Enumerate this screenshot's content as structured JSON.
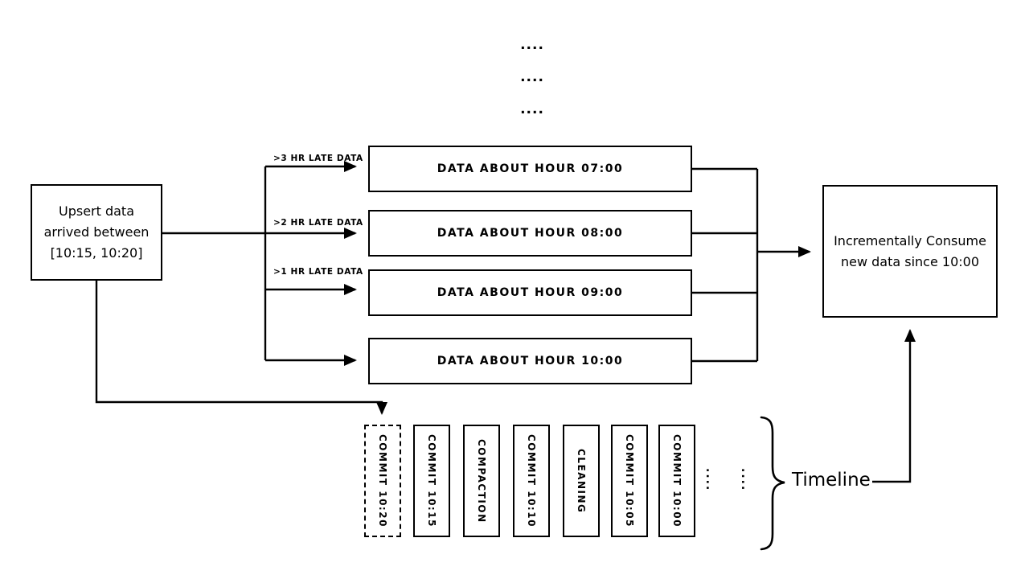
{
  "top_ellipsis": [
    "....",
    "....",
    "...."
  ],
  "upsert_box": {
    "text": "Upsert data\narrived between\n[10:15, 10:20]"
  },
  "arrow_labels": [
    ">3 HR LATE DATA",
    ">2 HR LATE DATA",
    ">1 HR LATE DATA"
  ],
  "hour_boxes": [
    "DATA ABOUT HOUR 07:00",
    "DATA ABOUT HOUR 08:00",
    "DATA ABOUT HOUR 09:00",
    "DATA ABOUT HOUR 10:00"
  ],
  "consume_box": {
    "text": "Incrementally Consume\nnew data since 10:00"
  },
  "timeline": {
    "label": "Timeline",
    "events": [
      {
        "label": "COMMIT 10:20",
        "style": "dashed"
      },
      {
        "label": "COMMIT 10:15",
        "style": "solid"
      },
      {
        "label": "COMPACTION",
        "style": "solid"
      },
      {
        "label": "COMMIT 10:10",
        "style": "solid"
      },
      {
        "label": "CLEANING",
        "style": "solid"
      },
      {
        "label": "COMMIT 10:05",
        "style": "solid"
      },
      {
        "label": "COMMIT 10:00",
        "style": "solid"
      }
    ],
    "ellipsis": [
      "....",
      "...."
    ]
  },
  "colors": {
    "ink": "#000000",
    "background": "#ffffff"
  }
}
